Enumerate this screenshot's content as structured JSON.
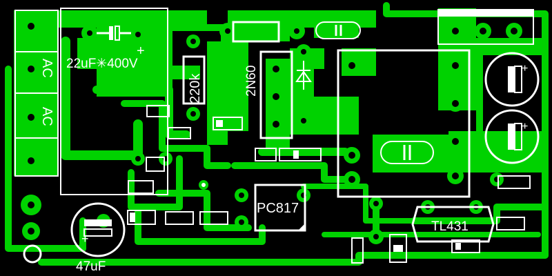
{
  "board": {
    "title": "",
    "copper_color": "#00d200",
    "silk_color": "#ffffff",
    "background": "#000000"
  },
  "labels": {
    "c_bulk": "22uF✳400V",
    "c_out": "47uF",
    "r_220k": "220k",
    "q_mosfet": "2N60",
    "optocoupler": "PC817",
    "shunt_reg": "TL431",
    "ac_1": "AC",
    "ac_2": "AC",
    "plus": "+"
  }
}
